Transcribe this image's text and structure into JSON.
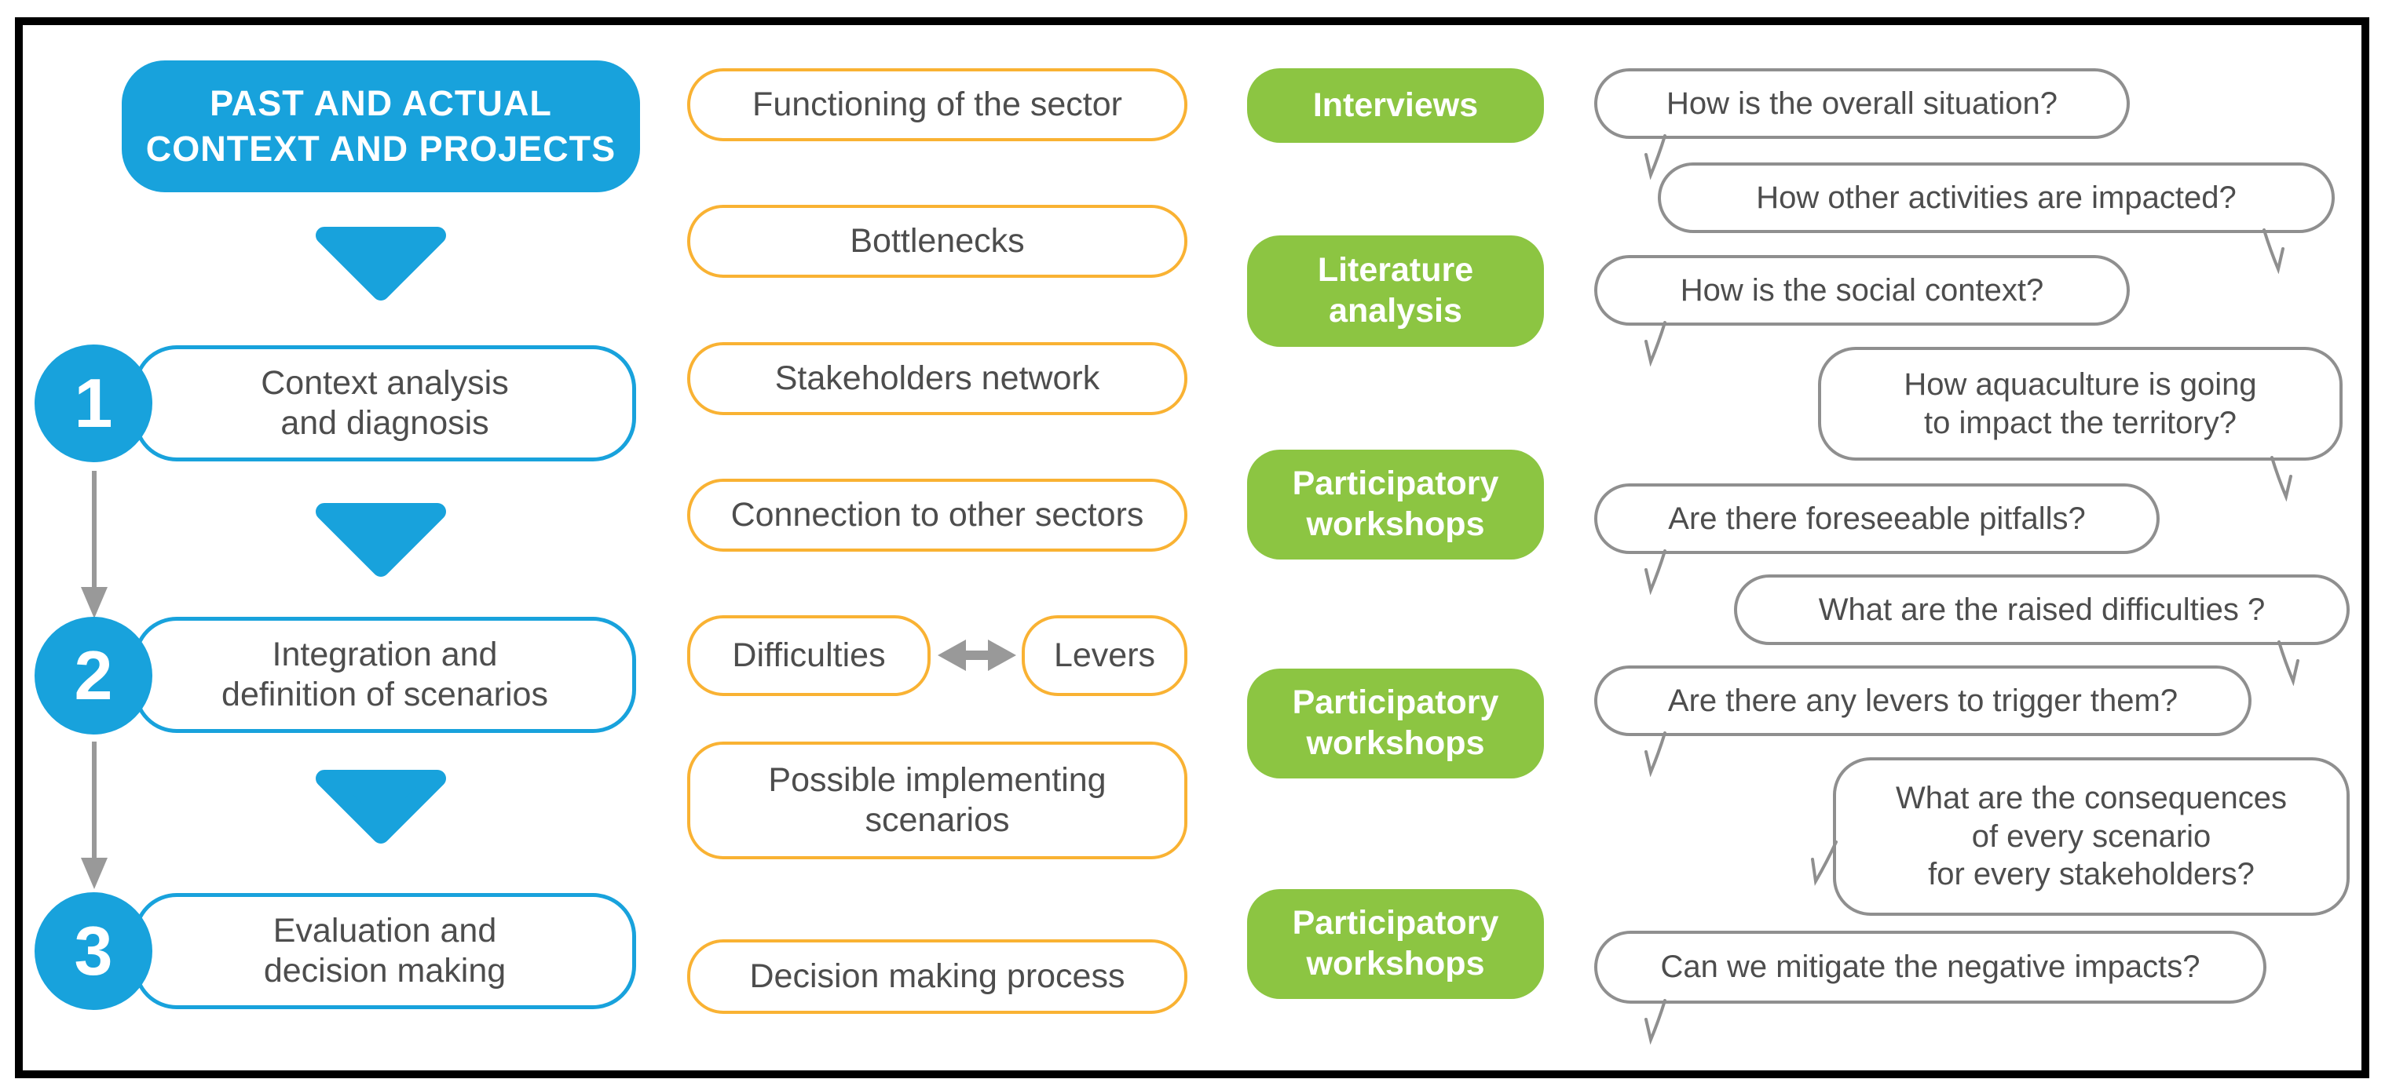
{
  "palette": {
    "blue": "#18A2DC",
    "green": "#8CC542",
    "yellow": "#F9B233",
    "bubble_border_gray": "#8F8F8F",
    "arrow_gray": "#999999",
    "text_dark": "#4D4D4D",
    "frame_black": "#000000"
  },
  "flow": {
    "header": "PAST AND ACTUAL\nCONTEXT AND PROJECTS",
    "steps": [
      {
        "number": "1",
        "label": "Context analysis\nand diagnosis"
      },
      {
        "number": "2",
        "label": "Integration and\ndefinition of scenarios"
      },
      {
        "number": "3",
        "label": "Evaluation and\ndecision making"
      }
    ]
  },
  "topics": [
    {
      "label": "Functioning of the sector"
    },
    {
      "label": "Bottlenecks"
    },
    {
      "label": "Stakeholders network"
    },
    {
      "label": "Connection to other sectors"
    },
    {
      "left": "Difficulties",
      "right": "Levers"
    },
    {
      "label": "Possible implementing\nscenarios"
    },
    {
      "label": "Decision making process"
    }
  ],
  "methods": [
    "Interviews",
    "Literature\nanalysis",
    "Participatory\nworkshops",
    "Participatory\nworkshops",
    "Participatory\nworkshops"
  ],
  "questions": [
    {
      "text": "How is the overall situation?",
      "tail": "left"
    },
    {
      "text": "How other activities are impacted?",
      "tail": "right"
    },
    {
      "text": "How is the social context?",
      "tail": "left"
    },
    {
      "text": "How aquaculture is going\nto impact the territory?",
      "tail": "right"
    },
    {
      "text": "Are there foreseeable pitfalls?",
      "tail": "left"
    },
    {
      "text": "What are the raised difficulties ?",
      "tail": "right"
    },
    {
      "text": "Are there any levers to trigger them?",
      "tail": "left"
    },
    {
      "text": "What are the consequences\nof every scenario\nfor every stakeholders?",
      "tail": "left"
    },
    {
      "text": "Can we mitigate the negative impacts?",
      "tail": "left"
    }
  ]
}
